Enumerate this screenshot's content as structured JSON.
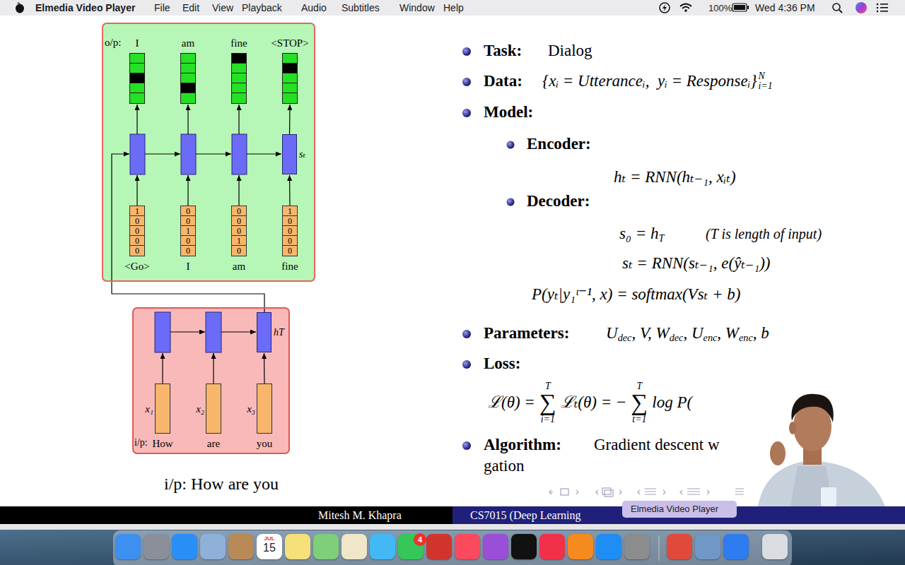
{
  "diagram": {
    "nodes": [
      {
        "text": [
          "o/p:"
        ]
      },
      {
        "text": [
          "I"
        ],
        "in": 0
      },
      {
        "text": [
          "am"
        ],
        "in": 0
      },
      {
        "text": [
          "fine"
        ],
        "in": 0
      },
      {
        "text": [
          "<STOP>"
        ],
        "in": 0
      },
      {
        "text": [
          "sₜ"
        ],
        "in": 0
      },
      {
        "text": [
          "1",
          "0",
          "0",
          "0",
          "0",
          "<Go>"
        ],
        "in": 0
      },
      {
        "text": [
          "0",
          "0",
          "1",
          "0",
          "0",
          "I"
        ],
        "in": 0
      },
      {
        "text": [
          "0",
          "0",
          "0",
          "1",
          "0",
          "am"
        ],
        "in": 0
      },
      {
        "text": [
          "1",
          "0",
          "0",
          "0",
          "0",
          "fine"
        ],
        "in": 0
      },
      {
        "text": [
          "i/p:"
        ]
      },
      {
        "text": [
          "hT"
        ],
        "in": 10
      },
      {
        "text": [
          "x₁",
          "How"
        ],
        "in": 10
      },
      {
        "text": [
          "x₂",
          "are"
        ],
        "in": 10
      },
      {
        "text": [
          "x₃",
          "you"
        ],
        "in": 10
      }
    ],
    "edges": [
      {
        "from": 9,
        "to": 5,
        "arrow": "to"
      },
      {
        "from": 5,
        "to": 4,
        "arrow": "to"
      },
      {
        "from": 14,
        "to": 11,
        "arrow": "to"
      }
    ],
    "labels": [
      "Elmedia Video Player",
      "File",
      "Edit",
      "View",
      "Playback",
      "Audio",
      "Subtitles",
      "Window",
      "Help",
      "100%",
      "Wed 4:36 PM",
      "Task:",
      "Dialog",
      "Data:",
      "{xᵢ = Utteranceᵢ,  yᵢ = Responseᵢ}",
      "N",
      "i=1",
      "Model:",
      "Encoder:",
      "hₜ = RNN(hₜ₋₁, xᵢₜ)",
      "Decoder:",
      "s₀ = h",
      "T",
      "(T is length of input)",
      "sₜ = RNN(sₜ₋₁, e(ŷₜ₋₁))",
      "P(yₜ|y₁ᵗ⁻¹, x) = softmax(Vsₜ + b)",
      "Parameters:",
      "U",
      "dec",
      ", V, W",
      "dec",
      ", U",
      "enc",
      ", W",
      "enc",
      ", b",
      "Loss:",
      "ℒ(θ) =",
      "T",
      "∑",
      "i=1",
      "ℒₜ(θ) = −",
      "T",
      "∑",
      "t=1",
      "log P(",
      "Algorithm:",
      "Gradient descent w",
      "gation",
      "i/p: How are you",
      "Mitesh M. Khapra",
      "CS7015 (Deep Learning",
      "Elmedia Video Player",
      "JUL",
      "15",
      "4"
    ]
  }
}
